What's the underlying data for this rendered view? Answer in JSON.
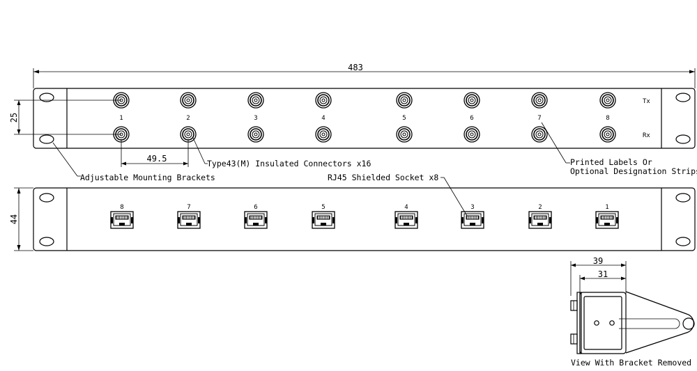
{
  "dimensions": {
    "overall_width": "483",
    "connector_row_pitch": "25",
    "connector_spacing": "49.5",
    "panel_height": "44",
    "depth_outer": "39",
    "depth_inner": "31"
  },
  "top_panel": {
    "connector_numbers": [
      "1",
      "2",
      "3",
      "4",
      "5",
      "6",
      "7",
      "8"
    ],
    "row_tx": "Tx",
    "row_rx": "Rx"
  },
  "bottom_panel": {
    "socket_numbers": [
      "8",
      "7",
      "6",
      "5",
      "4",
      "3",
      "2",
      "1"
    ]
  },
  "callouts": {
    "connectors": "Type43(M) Insulated Connectors x16",
    "labels_line1": "Printed Labels Or",
    "labels_line2": "Optional Designation Strips",
    "brackets": "Adjustable Mounting Brackets",
    "rj45": "RJ45 Shielded Socket x8",
    "side_view": "View With Bracket Removed"
  }
}
